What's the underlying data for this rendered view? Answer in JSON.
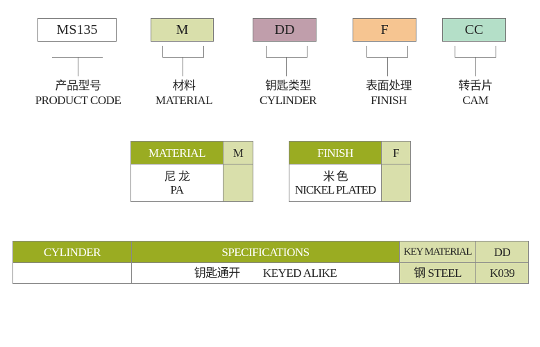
{
  "codes": [
    {
      "value": "MS135",
      "cn": "产品型号",
      "en": "PRODUCT CODE",
      "color": "#ffffff"
    },
    {
      "value": "M",
      "cn": "材料",
      "en": "MATERIAL",
      "color": "#d9dfab"
    },
    {
      "value": "DD",
      "cn": "钥匙类型",
      "en": "CYLINDER",
      "color": "#c09eab"
    },
    {
      "value": "F",
      "cn": "表面处理",
      "en": "FINISH",
      "color": "#f6c591"
    },
    {
      "value": "CC",
      "cn": "转舌片",
      "en": "CAM",
      "color": "#b4dfc8"
    }
  ],
  "material_table": {
    "header": "MATERIAL",
    "code": "M",
    "cn": "尼 龙",
    "en": "PA"
  },
  "finish_table": {
    "header": "FINISH",
    "code": "F",
    "cn": "米 色",
    "en": "NICKEL PLATED"
  },
  "cylinder_table": {
    "headers": [
      "CYLINDER",
      "SPECIFICATIONS",
      "KEY MATERIAL",
      "DD"
    ],
    "row": [
      "",
      "钥匙通开　　KEYED ALIKE",
      "钢 STEEL",
      "K039"
    ]
  },
  "colors": {
    "header": "#9aac22",
    "light": "#d9dfab"
  }
}
